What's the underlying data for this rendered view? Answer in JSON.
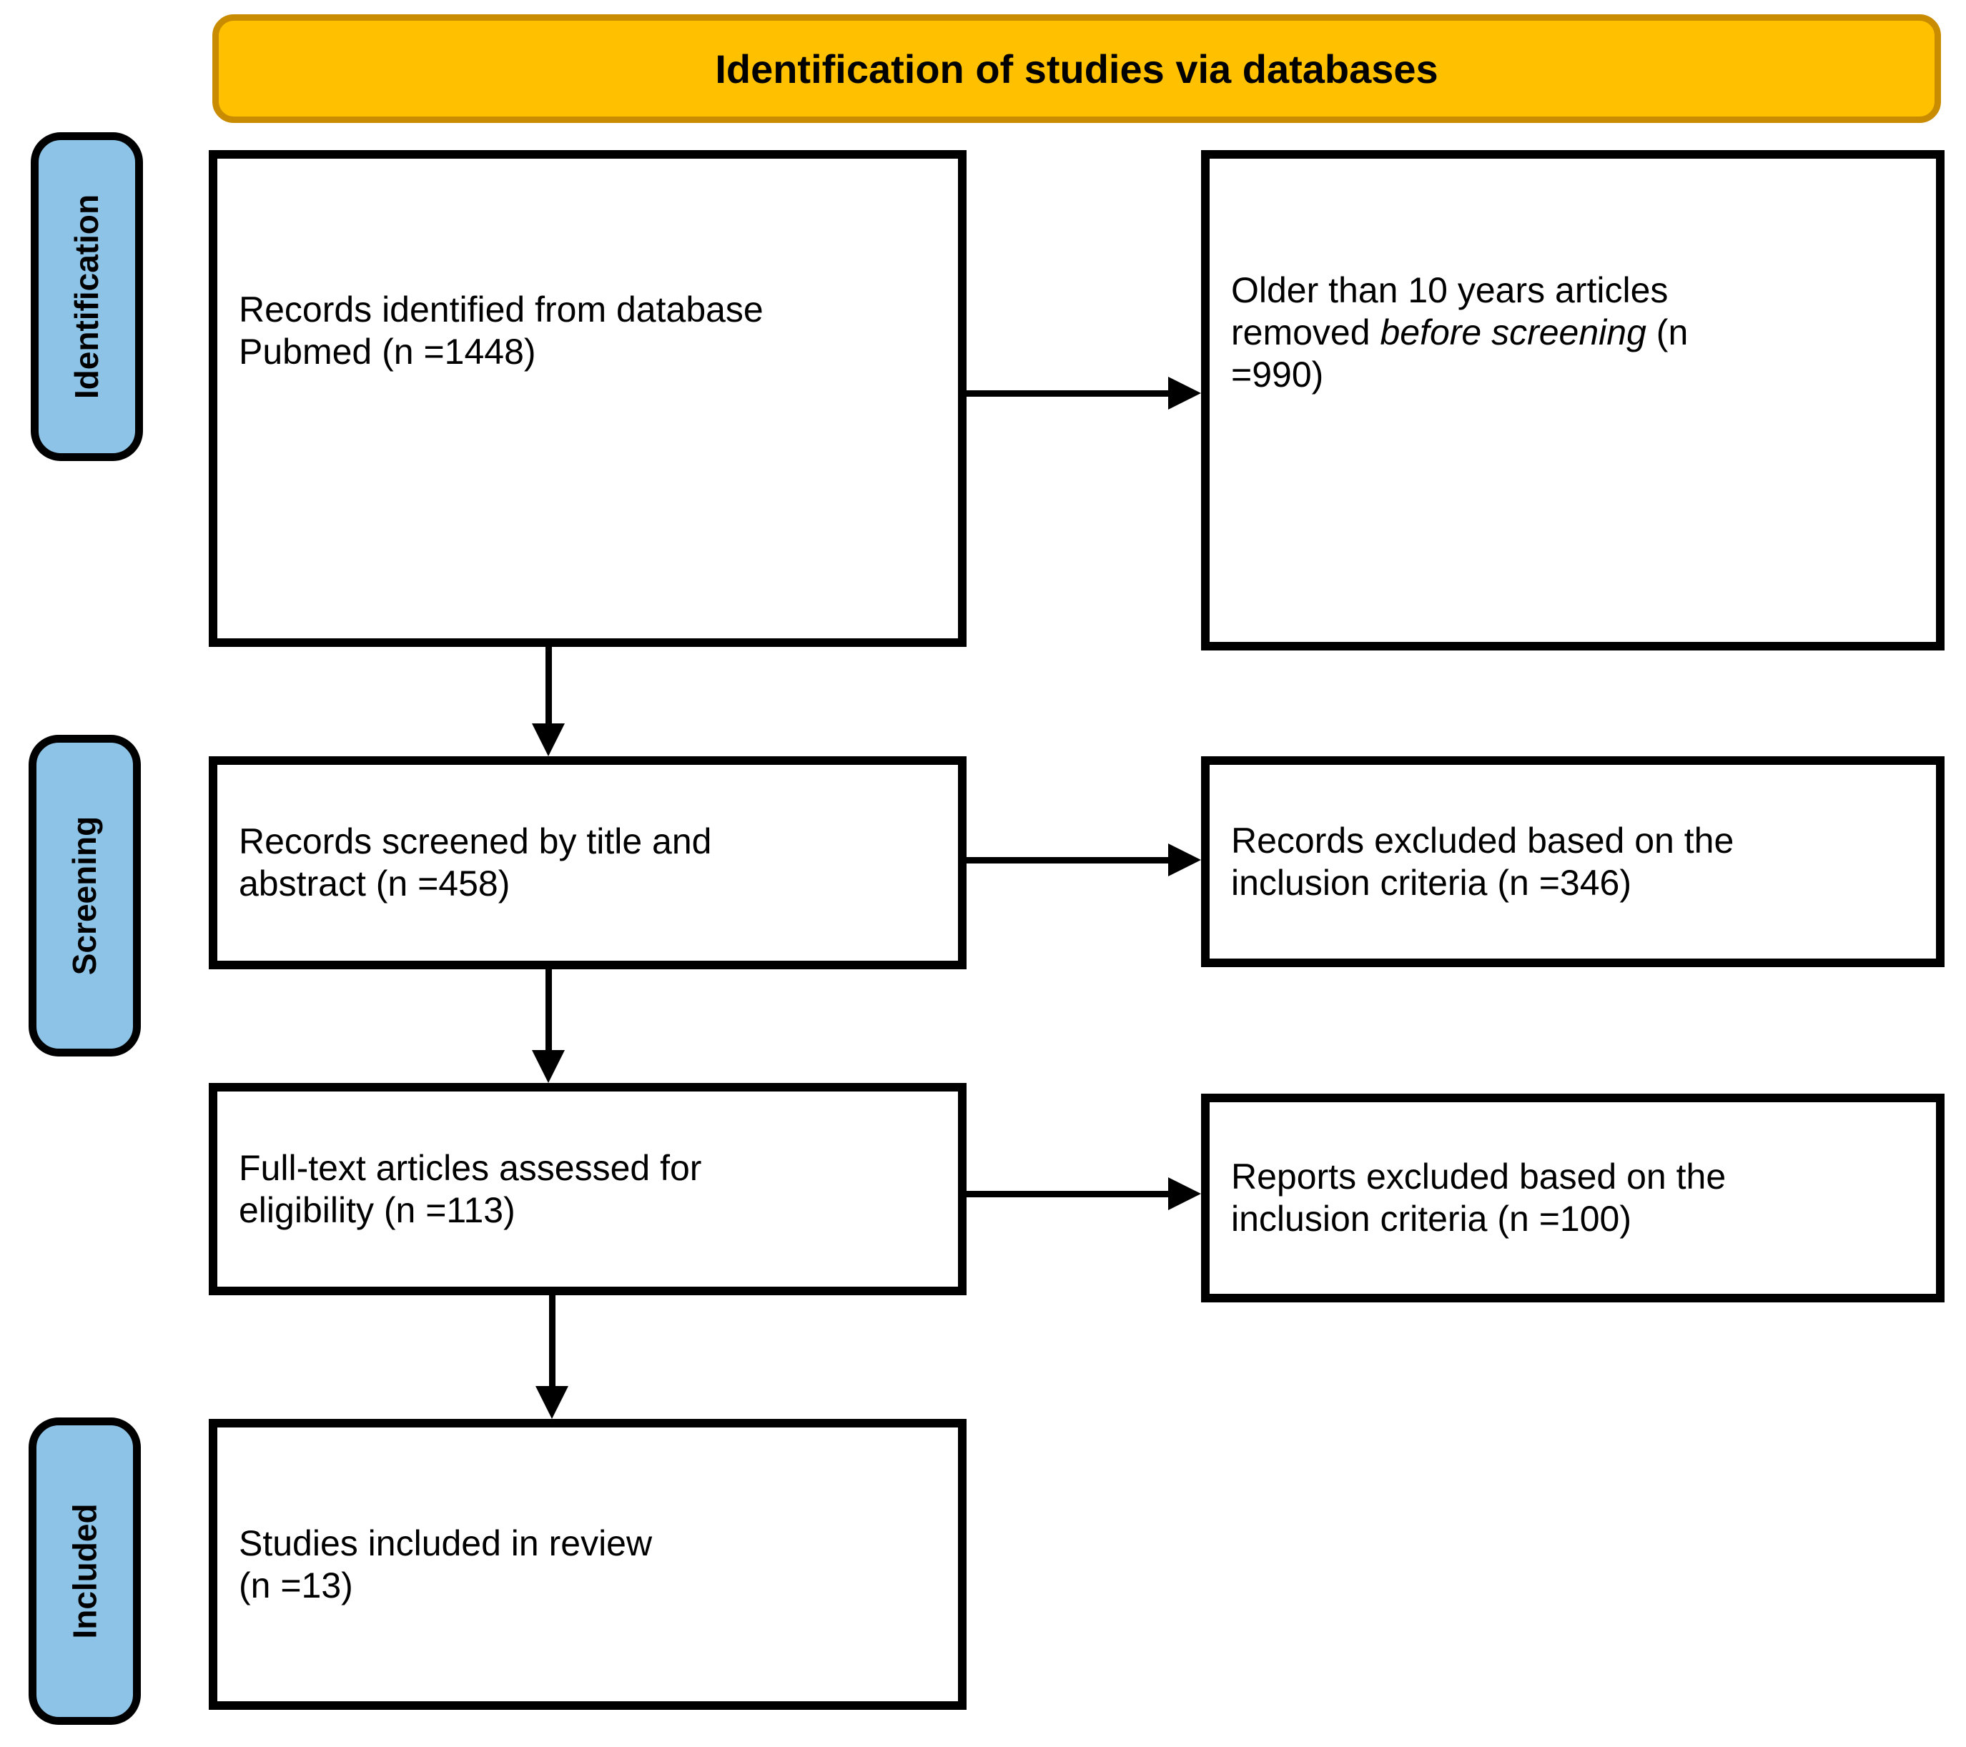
{
  "diagram": {
    "title": "Identification of studies via databases"
  },
  "colors": {
    "banner_fill": "#FFC000",
    "banner_border": "#C98C00",
    "stage_fill": "#8CC3E6",
    "stage_border": "#000000",
    "box_border": "#000000",
    "arrow": "#000000",
    "text": "#000000"
  },
  "stages": [
    {
      "label": "Identification"
    },
    {
      "label": "Screening"
    },
    {
      "label": "Included"
    }
  ],
  "boxes": {
    "identified": {
      "lines": [
        "Records identified from database",
        "Pubmed (n =1448)"
      ]
    },
    "removed": {
      "line1": "Older than 10 years articles",
      "line2_prefix": "removed ",
      "line2_italic": "before screening",
      "line2_suffix": " (n",
      "line3": "=990)"
    },
    "screened": {
      "lines": [
        "Records screened by title and",
        "abstract (n =458)"
      ]
    },
    "records_excluded": {
      "lines": [
        "Records excluded based on the",
        "inclusion criteria (n =346)"
      ]
    },
    "fulltext": {
      "lines": [
        "Full-text articles assessed for",
        "eligibility (n =113)"
      ]
    },
    "reports_excluded": {
      "lines": [
        "Reports excluded based on the",
        "inclusion criteria (n =100)"
      ]
    },
    "included": {
      "lines": [
        "Studies included in review",
        "(n =13)"
      ]
    }
  }
}
